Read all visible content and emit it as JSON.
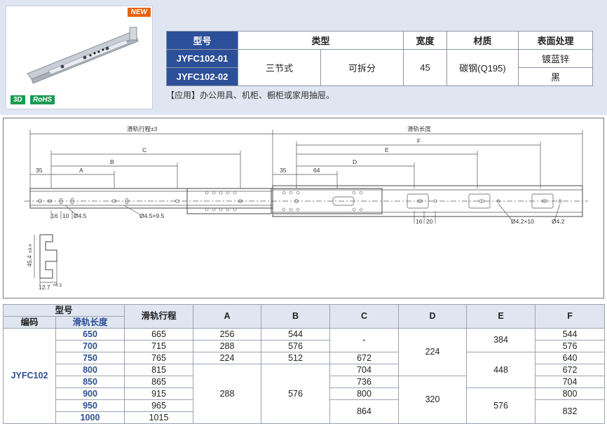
{
  "badges": {
    "new": "NEW",
    "three_d": "3D",
    "rohs": "RoHS"
  },
  "spec_table": {
    "headers": [
      "型号",
      "类型",
      "宽度",
      "材质",
      "表面处理"
    ],
    "models": [
      "JYFC102-01",
      "JYFC102-02"
    ],
    "type_1": "三节式",
    "type_2": "可拆分",
    "width": "45",
    "material": "碳钢(Q195)",
    "finishes": [
      "镀蓝锌",
      "黑"
    ]
  },
  "application": "【应用】办公用具、机柜、橱柜或家用抽屉。",
  "drawing": {
    "stroke_label": "滑轨行程±3",
    "length_label": "滑轨长度",
    "dims_left": {
      "c": "C",
      "b": "B",
      "a": "A",
      "d35": "35",
      "d16": "16",
      "d10": "10",
      "hole1": "Ø4.5",
      "hole2": "Ø4.5×9.5"
    },
    "dims_right": {
      "f": "F",
      "e": "E",
      "d": "D",
      "d35": "35",
      "d64": "64",
      "d16": "16",
      "d20": "20",
      "hole1": "Ø4.2×10",
      "hole2": "Ø4.2"
    },
    "section": {
      "height": "45.4",
      "height_tol": "±0.4",
      "width": "12.7",
      "width_tol": "+0.3"
    }
  },
  "dims_table": {
    "header_model": "型号",
    "header_code": "编码",
    "header_length": "滑轨长度",
    "header_stroke": "滑轨行程",
    "header_a": "A",
    "header_b": "B",
    "header_c": "C",
    "header_d": "D",
    "header_e": "E",
    "header_f": "F",
    "code": "JYFC102",
    "lengths": [
      "650",
      "700",
      "750",
      "800",
      "850",
      "900",
      "950",
      "1000"
    ],
    "strokes": [
      "665",
      "715",
      "765",
      "815",
      "865",
      "915",
      "965",
      "1015"
    ],
    "a": [
      "256",
      "288",
      "224",
      "288"
    ],
    "b": [
      "544",
      "576",
      "512",
      "576"
    ],
    "c": [
      "-",
      "672",
      "704",
      "736",
      "800",
      "864"
    ],
    "d": [
      "224",
      "320"
    ],
    "e": [
      "384",
      "448",
      "576"
    ],
    "f": [
      "544",
      "576",
      "640",
      "672",
      "704",
      "800",
      "832"
    ]
  }
}
